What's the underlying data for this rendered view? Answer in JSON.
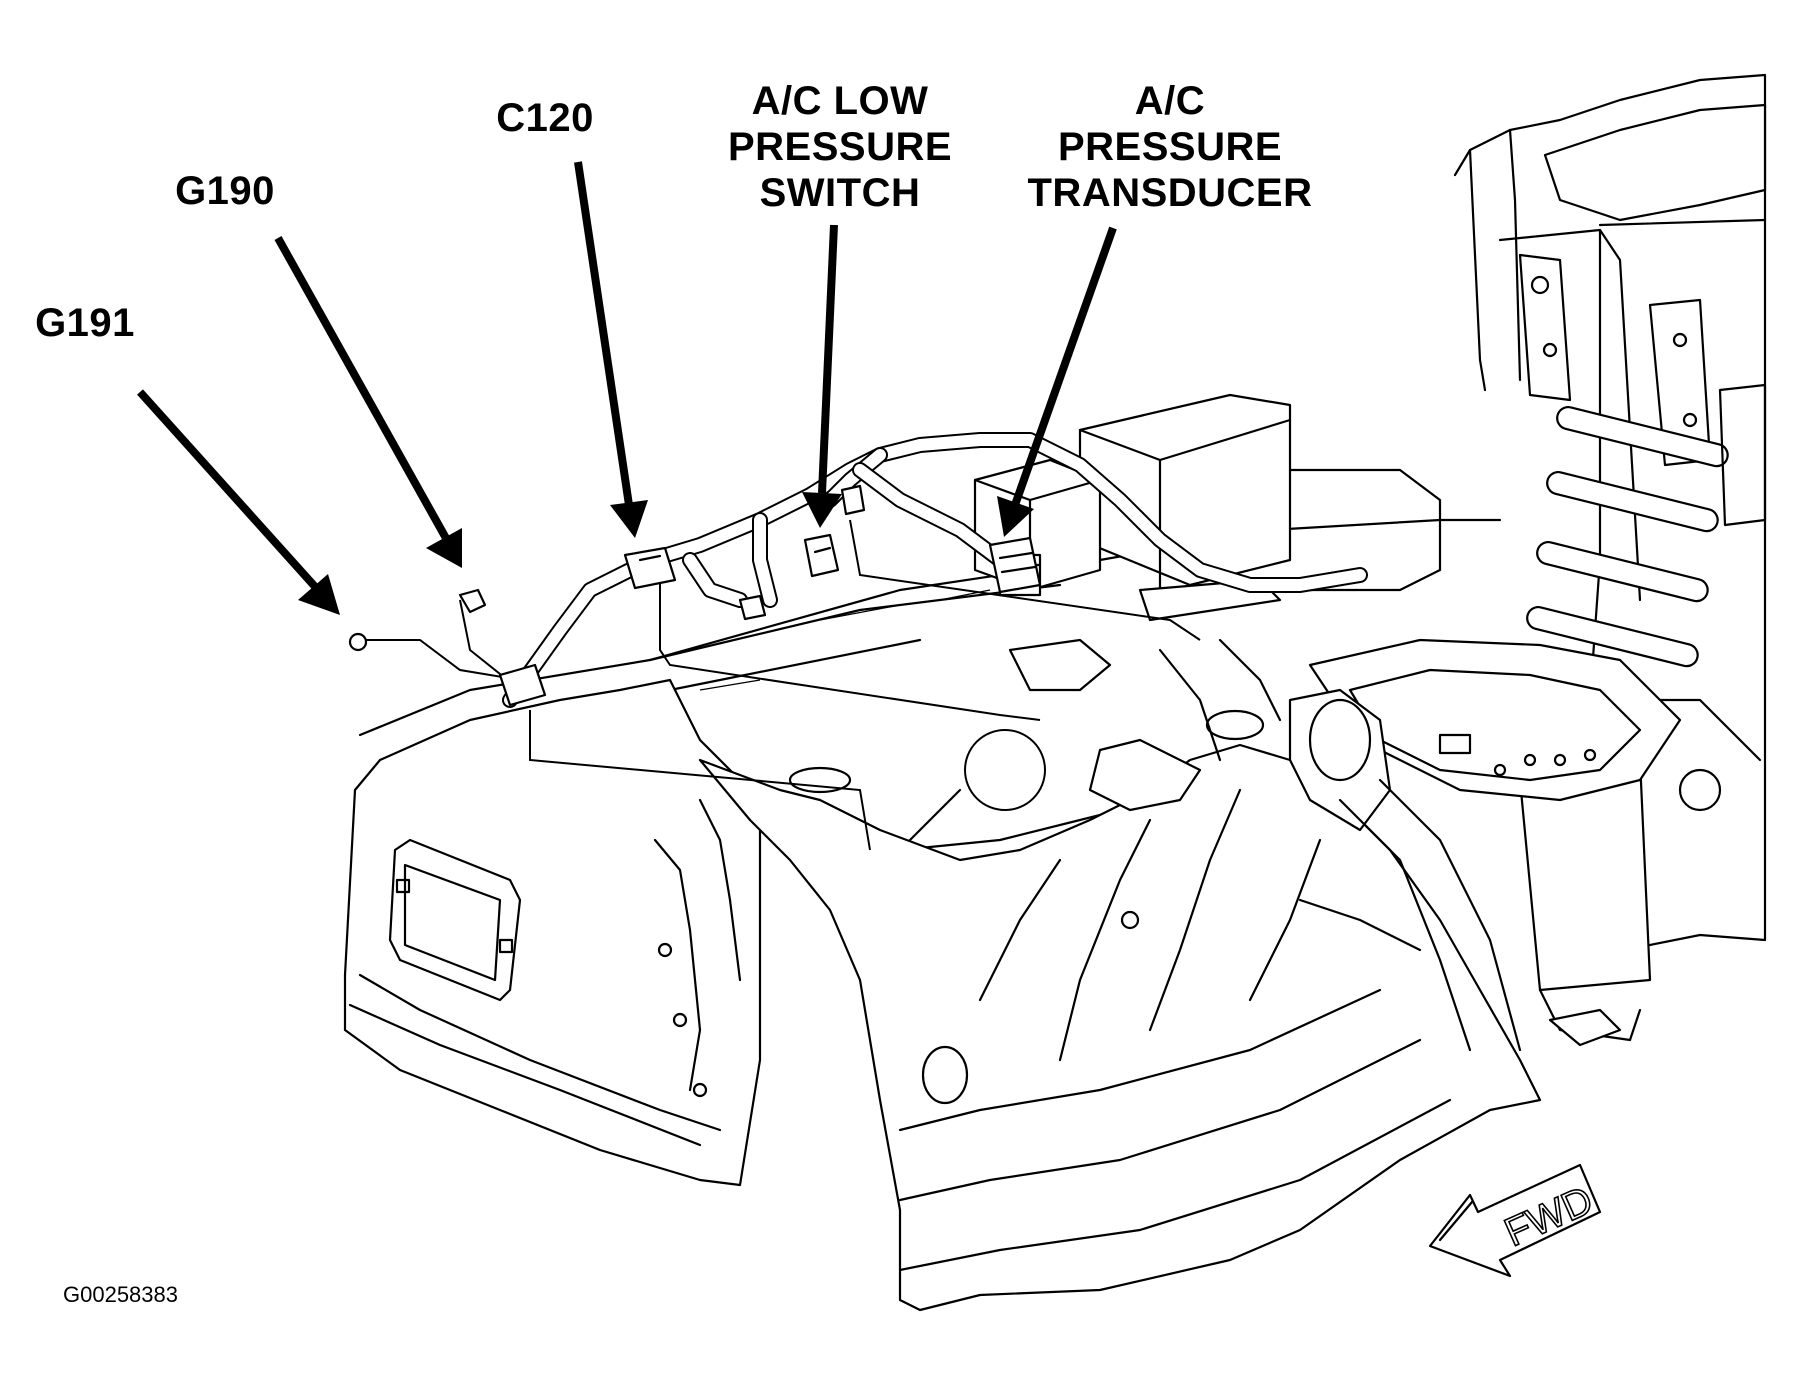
{
  "figure": {
    "id_code": "G00258383",
    "direction_label": "FWD"
  },
  "callouts": [
    {
      "key": "g191",
      "text": "G191"
    },
    {
      "key": "g190",
      "text": "G190"
    },
    {
      "key": "c120",
      "text": "C120"
    },
    {
      "key": "ac_low_pressure_switch",
      "text": "A/C LOW\nPRESSURE\nSWITCH"
    },
    {
      "key": "ac_pressure_transducer",
      "text": "A/C\nPRESSURE\nTRANSDUCER"
    }
  ],
  "colors": {
    "line": "#000000",
    "background": "#ffffff"
  }
}
